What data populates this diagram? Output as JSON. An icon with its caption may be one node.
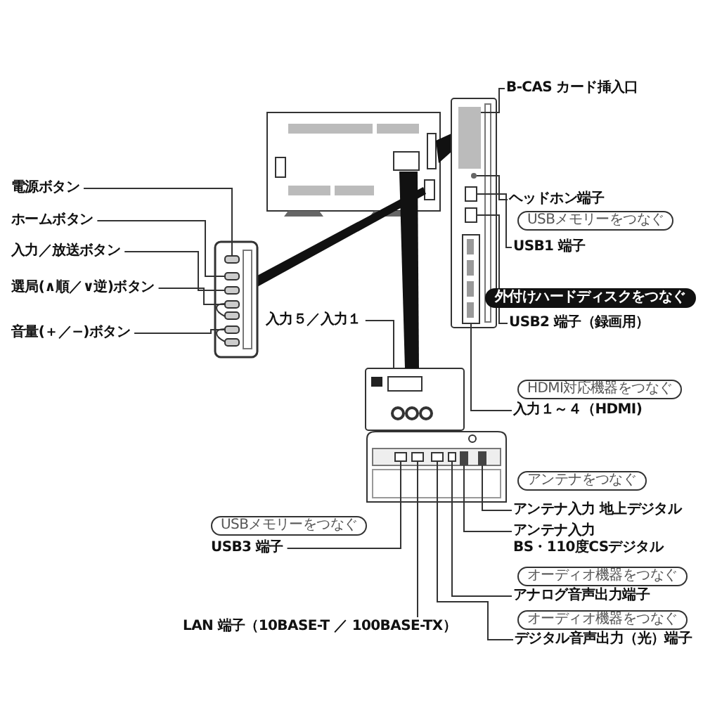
{
  "diagram": {
    "nodes": [
      {
        "text": [
          "電源ボタン"
        ]
      },
      {
        "text": [
          "ホームボタン"
        ]
      },
      {
        "text": [
          "入力／放送ボタン"
        ]
      },
      {
        "text": [
          "選局(∧順／∨逆)ボタン"
        ]
      },
      {
        "text": [
          "音量(＋／−)ボタン"
        ]
      },
      {
        "text": [
          "B-CAS カード挿入口"
        ]
      },
      {
        "text": [
          "ヘッドホン端子"
        ]
      },
      {
        "text": [
          "USBメモリーをつなぐ"
        ]
      },
      {
        "text": [
          "USB1 端子"
        ]
      },
      {
        "text": [
          "外付けハードディスクをつなぐ"
        ]
      },
      {
        "text": [
          "USB2 端子（録画用）"
        ]
      },
      {
        "text": [
          "入力５／入力１"
        ]
      },
      {
        "text": [
          "HDMI対応機器をつなぐ"
        ]
      },
      {
        "text": [
          "入力１～４（HDMI)"
        ]
      },
      {
        "text": [
          "アンテナをつなぐ"
        ]
      },
      {
        "text": [
          "アンテナ入力 地上デジタル"
        ]
      },
      {
        "text": [
          "アンテナ入力 BS・110度CSデジタル"
        ]
      },
      {
        "text": [
          "USBメモリーをつなぐ"
        ]
      },
      {
        "text": [
          "USB3 端子"
        ]
      },
      {
        "text": [
          "オーディオ機器をつなぐ"
        ]
      },
      {
        "text": [
          "アナログ音声出力端子"
        ]
      },
      {
        "text": [
          "オーディオ機器をつなぐ"
        ]
      },
      {
        "text": [
          "デジタル音声出力（光）端子"
        ]
      },
      {
        "text": [
          "LAN 端子（10BASE-T ／ 100BASE-TX）"
        ]
      },
      {
        "text": [],
        "shape": "box"
      },
      {
        "text": [],
        "shape": "box"
      },
      {
        "text": [],
        "shape": "box"
      },
      {
        "text": [],
        "shape": "box"
      },
      {
        "text": [],
        "shape": "box"
      },
      {
        "text": [],
        "shape": "box"
      },
      {
        "text": [],
        "shape": "box"
      },
      {
        "text": [],
        "shape": "box"
      },
      {
        "text": [],
        "shape": "circle"
      },
      {
        "text": [],
        "shape": "box"
      },
      {
        "text": [],
        "shape": "box"
      },
      {
        "text": [],
        "shape": "box"
      },
      {
        "text": [],
        "shape": "box"
      },
      {
        "text": [],
        "shape": "box"
      },
      {
        "text": [],
        "shape": "box"
      },
      {
        "text": [],
        "shape": "box"
      },
      {
        "text": [],
        "shape": "box"
      },
      {
        "text": [],
        "shape": "box"
      },
      {
        "text": [],
        "shape": "box"
      }
    ],
    "edges": [
      {
        "from": 0,
        "to": 24,
        "arrow": "none"
      },
      {
        "from": 1,
        "to": 25,
        "arrow": "none"
      },
      {
        "from": 2,
        "to": 26,
        "arrow": "none"
      },
      {
        "from": 3,
        "to": 27,
        "arrow": "none"
      },
      {
        "from": 4,
        "to": 29,
        "arrow": "none"
      },
      {
        "from": 5,
        "to": 31,
        "arrow": "none"
      },
      {
        "from": 6,
        "to": 32,
        "arrow": "none"
      },
      {
        "from": 8,
        "to": 33,
        "arrow": "none"
      },
      {
        "from": 10,
        "to": 34,
        "arrow": "none"
      },
      {
        "from": 11,
        "to": 36,
        "arrow": "none"
      },
      {
        "from": 13,
        "to": 35,
        "arrow": "none"
      },
      {
        "from": 15,
        "to": 42,
        "arrow": "none"
      },
      {
        "from": 16,
        "to": 41,
        "arrow": "none"
      },
      {
        "from": 18,
        "to": 37,
        "arrow": "none"
      },
      {
        "from": 20,
        "to": 40,
        "arrow": "none"
      },
      {
        "from": 22,
        "to": 39,
        "arrow": "none"
      },
      {
        "from": 23,
        "to": 38,
        "arrow": "none"
      }
    ]
  }
}
